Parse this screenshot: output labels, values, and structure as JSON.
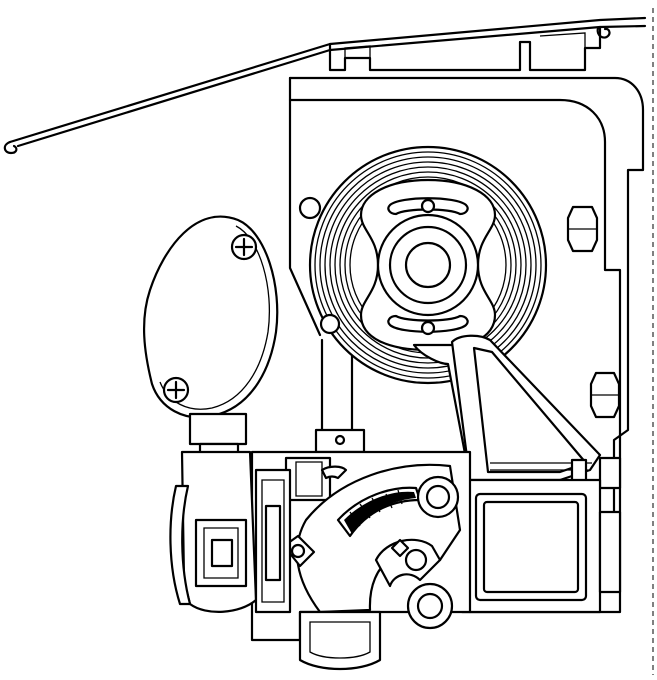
{
  "diagram": {
    "colors": {
      "line": "#000000",
      "background": "#ffffff"
    },
    "components": [
      "awning-cover-lip",
      "awning-cover-profile",
      "side-bracket",
      "spring-coil",
      "coil-hub",
      "motor-cover",
      "hex-nut",
      "end-cap-block",
      "drive-arm",
      "reduction-gearbox",
      "clutch-assembly",
      "pivot-bolt"
    ]
  }
}
